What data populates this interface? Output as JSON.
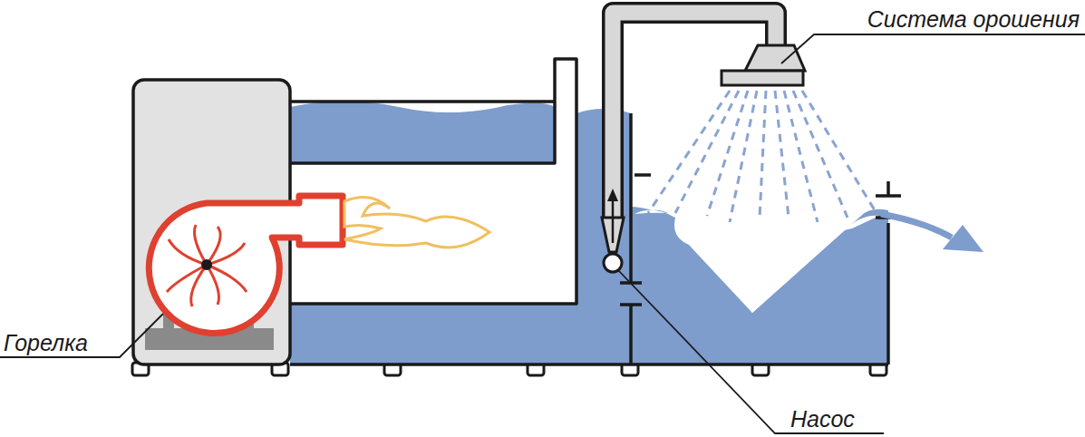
{
  "diagram": {
    "labels": [
      "Система орошения",
      "Горелка",
      "Насос"
    ]
  }
}
